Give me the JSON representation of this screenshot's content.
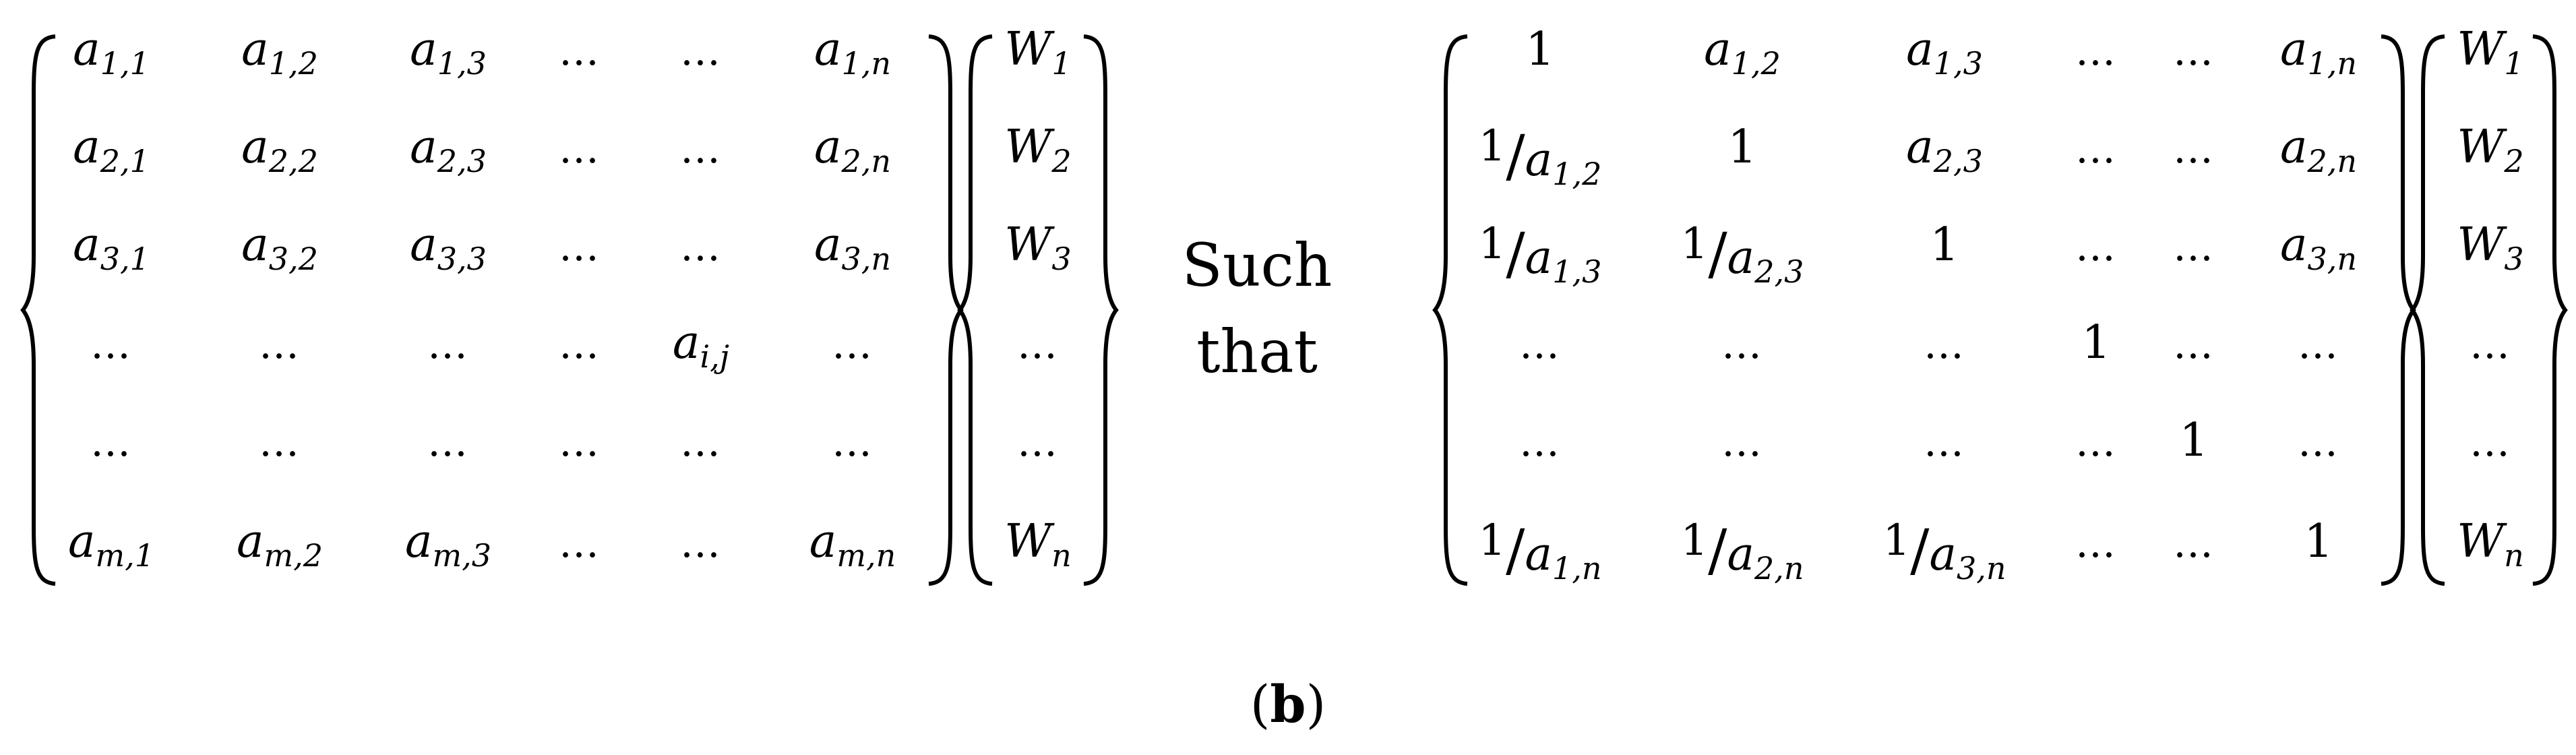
{
  "left_matrix": {
    "rows": [
      [
        "a_{1,1}",
        "a_{1,2}",
        "a_{1,3}",
        "…",
        "…",
        "a_{1,n}"
      ],
      [
        "a_{2,1}",
        "a_{2,2}",
        "a_{2,3}",
        "…",
        "…",
        "a_{2,n}"
      ],
      [
        "a_{3,1}",
        "a_{3,2}",
        "a_{3,3}",
        "…",
        "…",
        "a_{3,n}"
      ],
      [
        "…",
        "…",
        "…",
        "…",
        "a_{i,j}",
        "…"
      ],
      [
        "…",
        "…",
        "…",
        "…",
        "…",
        "…"
      ],
      [
        "a_{m,1}",
        "a_{m,2}",
        "a_{m,3}",
        "…",
        "…",
        "a_{m,n}"
      ]
    ]
  },
  "left_vector": [
    "W_1",
    "W_2",
    "W_3",
    "…",
    "…",
    "W_n"
  ],
  "connector": {
    "line1": "Such",
    "line2": "that"
  },
  "right_matrix": {
    "rows": [
      [
        "1",
        "a_{1,2}",
        "a_{1,3}",
        "…",
        "…",
        "a_{1,n}"
      ],
      [
        "1/a_{1,2}",
        "1",
        "a_{2,3}",
        "…",
        "…",
        "a_{2,n}"
      ],
      [
        "1/a_{1,3}",
        "1/a_{2,3}",
        "1",
        "…",
        "…",
        "a_{3,n}"
      ],
      [
        "…",
        "…",
        "…",
        "1",
        "…",
        "…"
      ],
      [
        "…",
        "…",
        "…",
        "…",
        "1",
        "…"
      ],
      [
        "1/a_{1,n}",
        "1/a_{2,n}",
        "1/a_{3,n}",
        "…",
        "…",
        "1"
      ]
    ]
  },
  "right_vector": [
    "W_1",
    "W_2",
    "W_3",
    "…",
    "…",
    "W_n"
  ],
  "caption": {
    "open": "(",
    "letter": "b",
    "close": ")"
  }
}
